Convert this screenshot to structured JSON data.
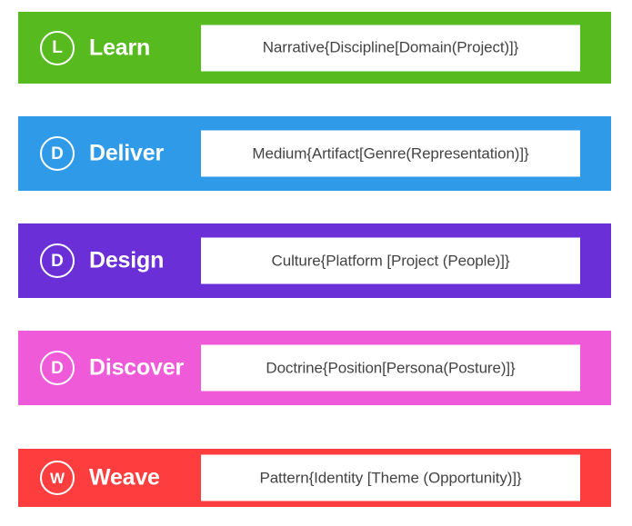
{
  "rows": [
    {
      "badge_letter": "L",
      "label": "Learn",
      "formula": "Narrative{Discipline[Domain(Project)]}",
      "color": "#57bb20",
      "name": "learn"
    },
    {
      "badge_letter": "D",
      "label": "Deliver",
      "formula": "Medium{Artifact[Genre(Representation)]}",
      "color": "#2f9ae8",
      "name": "deliver"
    },
    {
      "badge_letter": "D",
      "label": "Design",
      "formula": "Culture{Platform [Project (People)]}",
      "color": "#6b2fd8",
      "name": "design"
    },
    {
      "badge_letter": "D",
      "label": "Discover",
      "formula": "Doctrine{Position[Persona(Posture)]}",
      "color": "#ee5ad8",
      "name": "discover"
    },
    {
      "badge_letter": "W",
      "label": "Weave",
      "formula": "Pattern{Identity [Theme (Opportunity)]}",
      "color": "#fe3e3e",
      "name": "weave"
    }
  ]
}
